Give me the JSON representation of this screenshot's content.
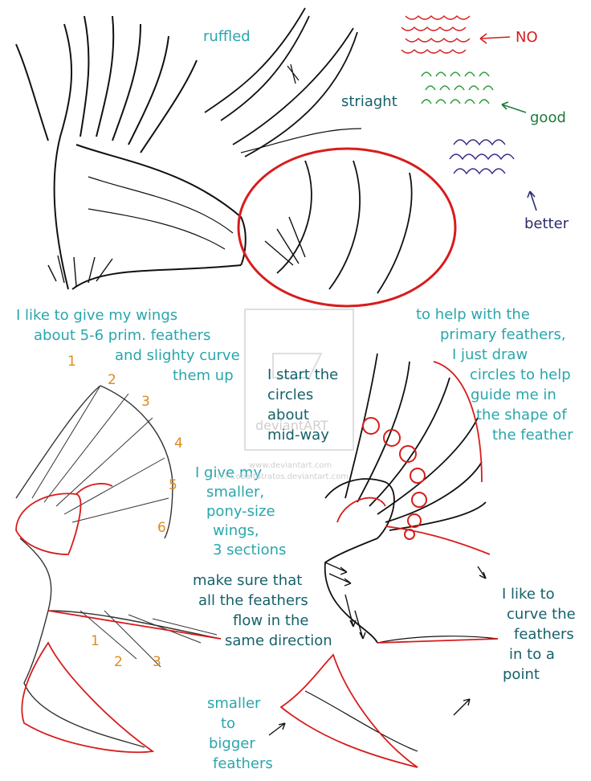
{
  "notes": {
    "ruffled": "ruffled",
    "straight": "striaght",
    "no": "NO",
    "good": "good",
    "better": "better",
    "wings_intro": [
      "I like to give my wings",
      "about 5-6 prim. feathers",
      "and slighty curve",
      "them up"
    ],
    "help_primary": [
      "to help with the",
      "primary feathers,",
      "I just draw",
      "circles to help",
      "guide me in",
      "the shape of",
      "the feather"
    ],
    "start_circles": [
      "I start the",
      "circles",
      "about",
      "mid-way"
    ],
    "pony_wings": [
      "I give my",
      "smaller,",
      "pony-size",
      "wings,",
      "3 sections"
    ],
    "flow": [
      "make sure that",
      "all the feathers",
      "flow in the",
      "same direction"
    ],
    "curve": [
      "I like to",
      "curve the",
      "feathers",
      "in to a",
      "point"
    ],
    "smaller_bigger": [
      "smaller",
      "to",
      "bigger",
      "feathers"
    ]
  },
  "numbers_primary": [
    "1",
    "2",
    "3",
    "4",
    "5",
    "6"
  ],
  "numbers_sections": [
    "1",
    "2",
    "3"
  ],
  "watermark": {
    "site": "deviantART",
    "url": "www.deviantart.com",
    "credit": "(c) CobaltStratos.deviantart.com"
  },
  "colors": {
    "teal_text": "#2aa6ac",
    "dark_teal_text": "#16616a",
    "orange_numbers": "#e08a1c",
    "red_lines": "#d81c1c",
    "green_good": "#1e7a3a",
    "navy_better": "#2c2c6e"
  }
}
